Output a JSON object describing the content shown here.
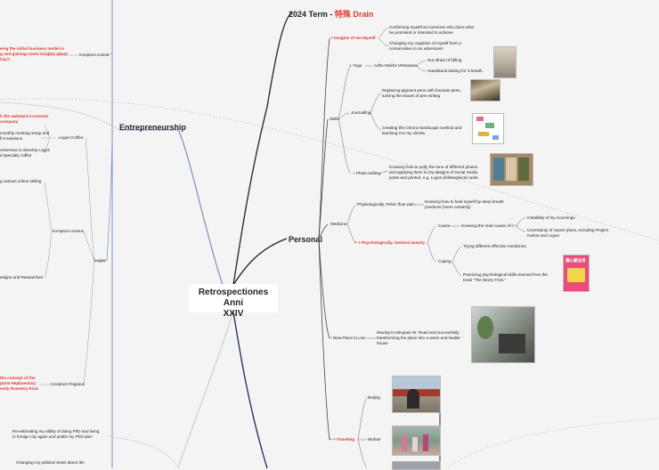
{
  "root": {
    "line1": "Retrospectiones Anni",
    "line2": "XXIV"
  },
  "term": {
    "label": "2024 Term - ",
    "suffix": "特殊 Drain"
  },
  "branches": {
    "personal": "Personal",
    "entrepreneurship": "Entrepreneurship"
  },
  "left": {
    "t1": "eing the initial business model is",
    "t2": "g and gaining some insights about",
    "t3": "ing it",
    "kairos": "Inceptum Kairos",
    "t4": "h the awkward economic",
    "t5": "company",
    "t6": "monthly meeting setup and",
    "t7": "ll 6 sessions",
    "t8": "onsensus to develop Logos",
    "t9": "d specialty coffee",
    "logos_coffee": "Logos Coffee",
    "t10": "g various online selling",
    "uranus": "Inceptum Uranus",
    "logos": "Logos",
    "t11": "esigns and Researches",
    "t12": "the concept of the",
    "t13": "ptum Hephaestus)",
    "t14": "mely Rosetery Kizic",
    "pegasus": "Inceptum Pegasus",
    "t15": "Re-estimating my ability of doing PhD and living",
    "t16": "in foreign city again and quittin my PhD plan",
    "t17": "Changing my political views about the"
  },
  "right": {
    "imagine": "Imagine of me Myself",
    "imagine_a": "Confirming myself as someone who does what",
    "imagine_b": "he promised or intended to achieve",
    "imagine_c": "Changing my cognition of myself from a",
    "imagine_d": "conservative to an adventurer.",
    "yoga": "Yoga",
    "adho": "Adho Mukha Vrksasana",
    "fall": "Not afraid of falling",
    "handstand": "Handstand lasting for 3 breath",
    "skills": "Skills",
    "journalling": "Journalling",
    "j1": "Replacing pigment pens with fountain pens,",
    "j2": "solving the issues of pen-writing",
    "j3": "Creating the Chrono-landscape method and",
    "j4": "teaching it to my clients.",
    "photo": "Photo-editing",
    "p1": "Knowing how to unify the tone of different photos",
    "p2": "and applying them to my designs of social media",
    "p3": "posts and printed, e.g. Logos philosophical cards.",
    "medicine": "Medicine",
    "physio": "Physiologically, Pelvic floor pain",
    "heal1": "Knowing how to heal myself by deep breath",
    "heal2": "practices (more certainly)",
    "psycho": "Psychologically, General anxiety",
    "cause": "Cause",
    "cause_a": "Knowing the main cause of it",
    "instab": "Instability of my incomings",
    "uncert1": "Uncertainty of career plans, including Project",
    "uncert2": "Kairos and Logos",
    "coping": "Coping",
    "cop1": "Trying different effective medicines",
    "cop2": "Practicing psychological skills learned from the",
    "cop3": "book \"The Worry Trick.\"",
    "newplace": "New Place to Live",
    "np1": "Moving to Minquan W. Road and successfully",
    "np2": "transforming the place into a warm and livable",
    "np3": "house",
    "traveling": "Traveling",
    "beijing": "Beijing",
    "wuhan": "Wuhan",
    "book_title": "擔心最沒用"
  },
  "colors": {
    "red": "#e0372f",
    "line_dark": "#222222",
    "line_blue": "#7a8fb8",
    "line_navy": "#1d2a55"
  }
}
